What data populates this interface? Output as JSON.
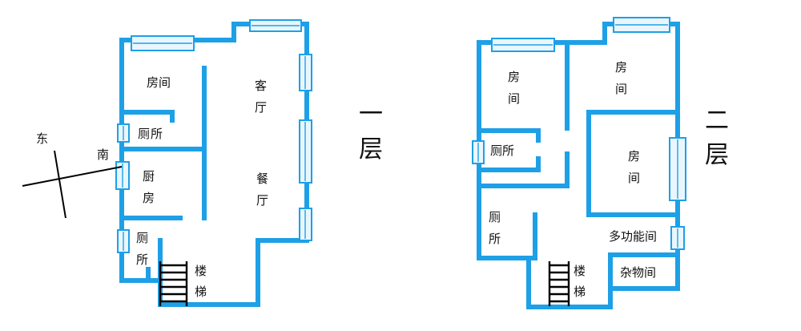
{
  "compass": {
    "east": "东",
    "south": "南"
  },
  "floor1": {
    "title": [
      "一",
      "层"
    ],
    "rooms": {
      "bedroom": "房间",
      "toilet_upper": [
        "厕",
        "所"
      ],
      "kitchen": [
        "厨",
        "房"
      ],
      "toilet_lower": [
        "厕",
        "所"
      ],
      "stairs": [
        "楼",
        "梯"
      ],
      "living_room": [
        "客",
        "厅"
      ],
      "dining_room": [
        "餐",
        "厅"
      ]
    }
  },
  "floor2": {
    "title": [
      "二",
      "层"
    ],
    "rooms": {
      "bedroom_left": [
        "房",
        "间"
      ],
      "bedroom_top_right": [
        "房",
        "间"
      ],
      "bedroom_mid_right": [
        "房",
        "间"
      ],
      "toilet_upper": "厕所",
      "toilet_lower": [
        "厕",
        "所"
      ],
      "multi_room": "多功能间",
      "storage_room": "杂物间",
      "stairs": [
        "楼",
        "梯"
      ]
    }
  }
}
